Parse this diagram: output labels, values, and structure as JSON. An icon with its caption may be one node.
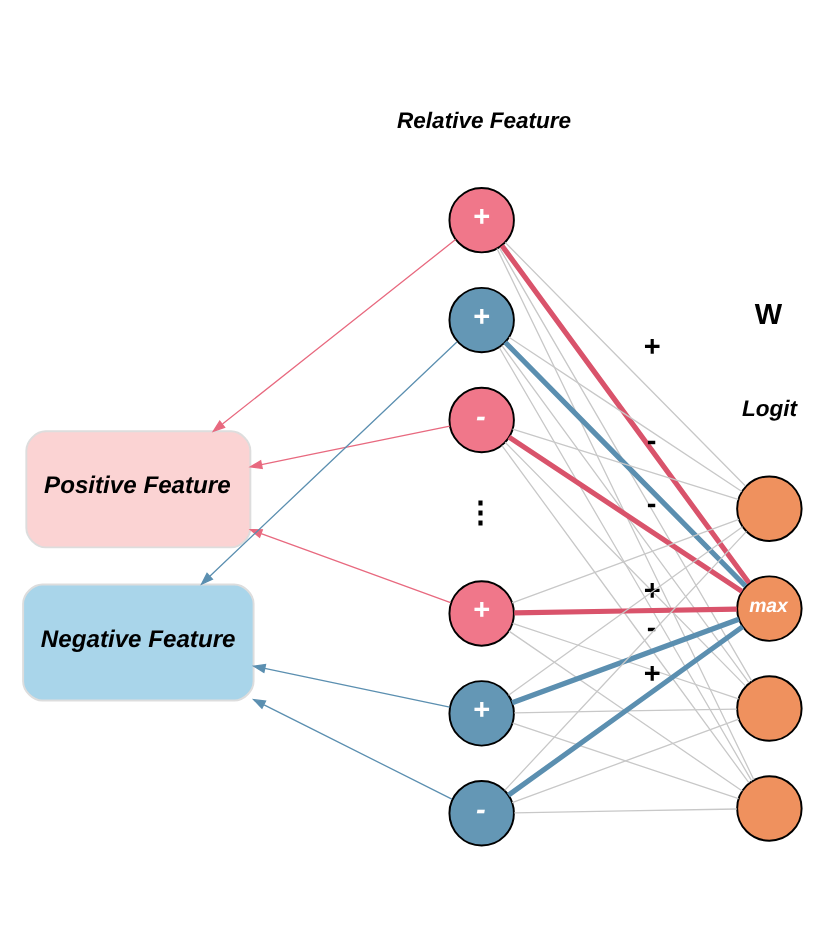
{
  "diagram": {
    "nodes": [
      {
        "text": [
          "Positive Feature"
        ]
      },
      {
        "text": [
          "Negative Feature"
        ]
      },
      {
        "text": [
          "+"
        ]
      },
      {
        "text": [
          "+"
        ]
      },
      {
        "text": [
          "-"
        ]
      },
      {
        "text": [
          "+"
        ]
      },
      {
        "text": [
          "+"
        ]
      },
      {
        "text": [
          "-"
        ]
      },
      {
        "text": [],
        "shape": "circle"
      },
      {
        "text": [
          "max"
        ]
      },
      {
        "text": [],
        "shape": "circle"
      },
      {
        "text": [],
        "shape": "circle"
      }
    ],
    "edges": [
      {
        "from": 2,
        "to": 0,
        "arrow": "to",
        "color": "#e8697f"
      },
      {
        "from": 4,
        "to": 0,
        "arrow": "to",
        "color": "#e8697f"
      },
      {
        "from": 5,
        "to": 0,
        "arrow": "to",
        "color": "#e8697f"
      },
      {
        "from": 3,
        "to": 1,
        "arrow": "to",
        "color": "#5b8fb0"
      },
      {
        "from": 6,
        "to": 1,
        "arrow": "to",
        "color": "#5b8fb0"
      },
      {
        "from": 7,
        "to": 1,
        "arrow": "to",
        "color": "#5b8fb0"
      },
      {
        "from": 2,
        "to": 8,
        "arrow": "none"
      },
      {
        "from": 2,
        "to": 9,
        "arrow": "none",
        "label": "+",
        "style": "thick",
        "color": "#d9536b"
      },
      {
        "from": 2,
        "to": 10,
        "arrow": "none"
      },
      {
        "from": 2,
        "to": 11,
        "arrow": "none"
      },
      {
        "from": 3,
        "to": 8,
        "arrow": "none"
      },
      {
        "from": 3,
        "to": 9,
        "arrow": "none",
        "label": "-",
        "style": "thick",
        "color": "#5b8fb0"
      },
      {
        "from": 3,
        "to": 10,
        "arrow": "none"
      },
      {
        "from": 3,
        "to": 11,
        "arrow": "none"
      },
      {
        "from": 4,
        "to": 8,
        "arrow": "none"
      },
      {
        "from": 4,
        "to": 9,
        "arrow": "none",
        "label": "-",
        "style": "thick",
        "color": "#d9536b"
      },
      {
        "from": 4,
        "to": 10,
        "arrow": "none"
      },
      {
        "from": 4,
        "to": 11,
        "arrow": "none"
      },
      {
        "from": 5,
        "to": 8,
        "arrow": "none"
      },
      {
        "from": 5,
        "to": 9,
        "arrow": "none",
        "label": "+",
        "style": "thick",
        "color": "#d9536b"
      },
      {
        "from": 5,
        "to": 10,
        "arrow": "none"
      },
      {
        "from": 5,
        "to": 11,
        "arrow": "none"
      },
      {
        "from": 6,
        "to": 8,
        "arrow": "none"
      },
      {
        "from": 6,
        "to": 9,
        "arrow": "none",
        "label": "-",
        "style": "thick",
        "color": "#5b8fb0"
      },
      {
        "from": 6,
        "to": 10,
        "arrow": "none"
      },
      {
        "from": 6,
        "to": 11,
        "arrow": "none"
      },
      {
        "from": 7,
        "to": 8,
        "arrow": "none"
      },
      {
        "from": 7,
        "to": 9,
        "arrow": "none",
        "label": "+",
        "style": "thick",
        "color": "#5b8fb0"
      },
      {
        "from": 7,
        "to": 10,
        "arrow": "none"
      },
      {
        "from": 7,
        "to": 11,
        "arrow": "none"
      }
    ],
    "labels": [
      "Relative Feature",
      "W",
      "Logit",
      "⋮"
    ]
  }
}
